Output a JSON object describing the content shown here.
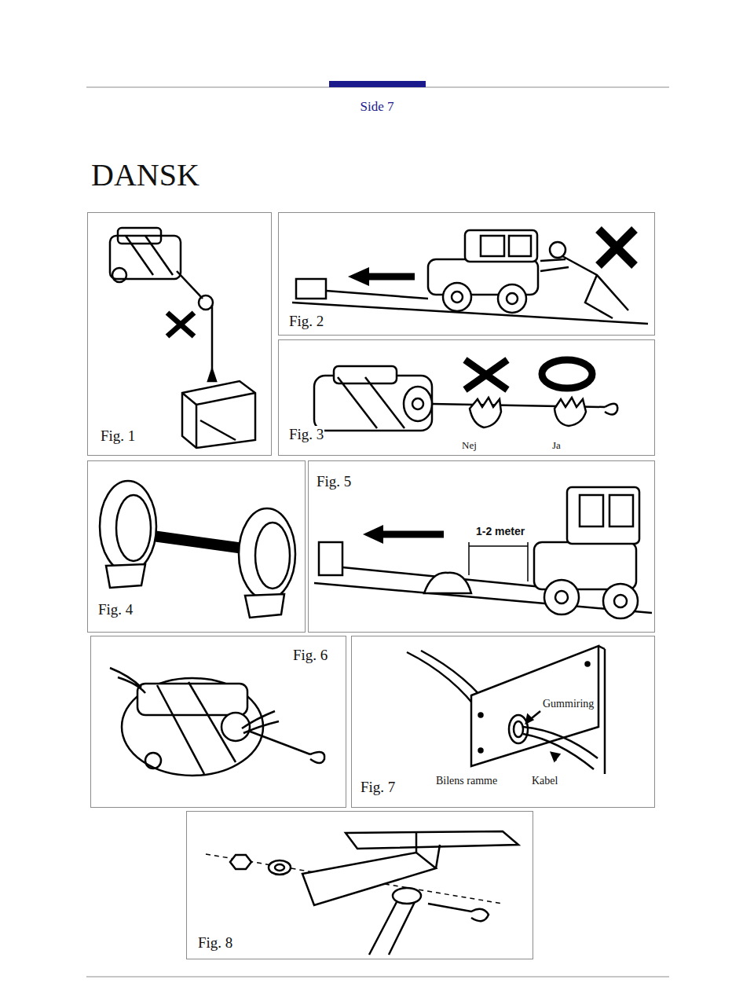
{
  "diagram": {
    "title": "DANSK",
    "nodes": [
      {
        "text": [
          "Fig. 1"
        ]
      },
      {
        "text": [
          "Fig. 2"
        ]
      },
      {
        "text": [
          "Fig. 3",
          "Nej",
          "Ja"
        ]
      },
      {
        "text": [
          "Fig. 4"
        ]
      },
      {
        "text": [
          "Fig. 5",
          "1-2 meter"
        ]
      },
      {
        "text": [
          "Fig. 6"
        ]
      },
      {
        "text": [
          "Gummiring",
          "Bilens ramme",
          "Kabel",
          "Fig. 7"
        ]
      },
      {
        "text": [
          "Fig. 8"
        ]
      }
    ],
    "labels": [
      "Side 7"
    ]
  }
}
